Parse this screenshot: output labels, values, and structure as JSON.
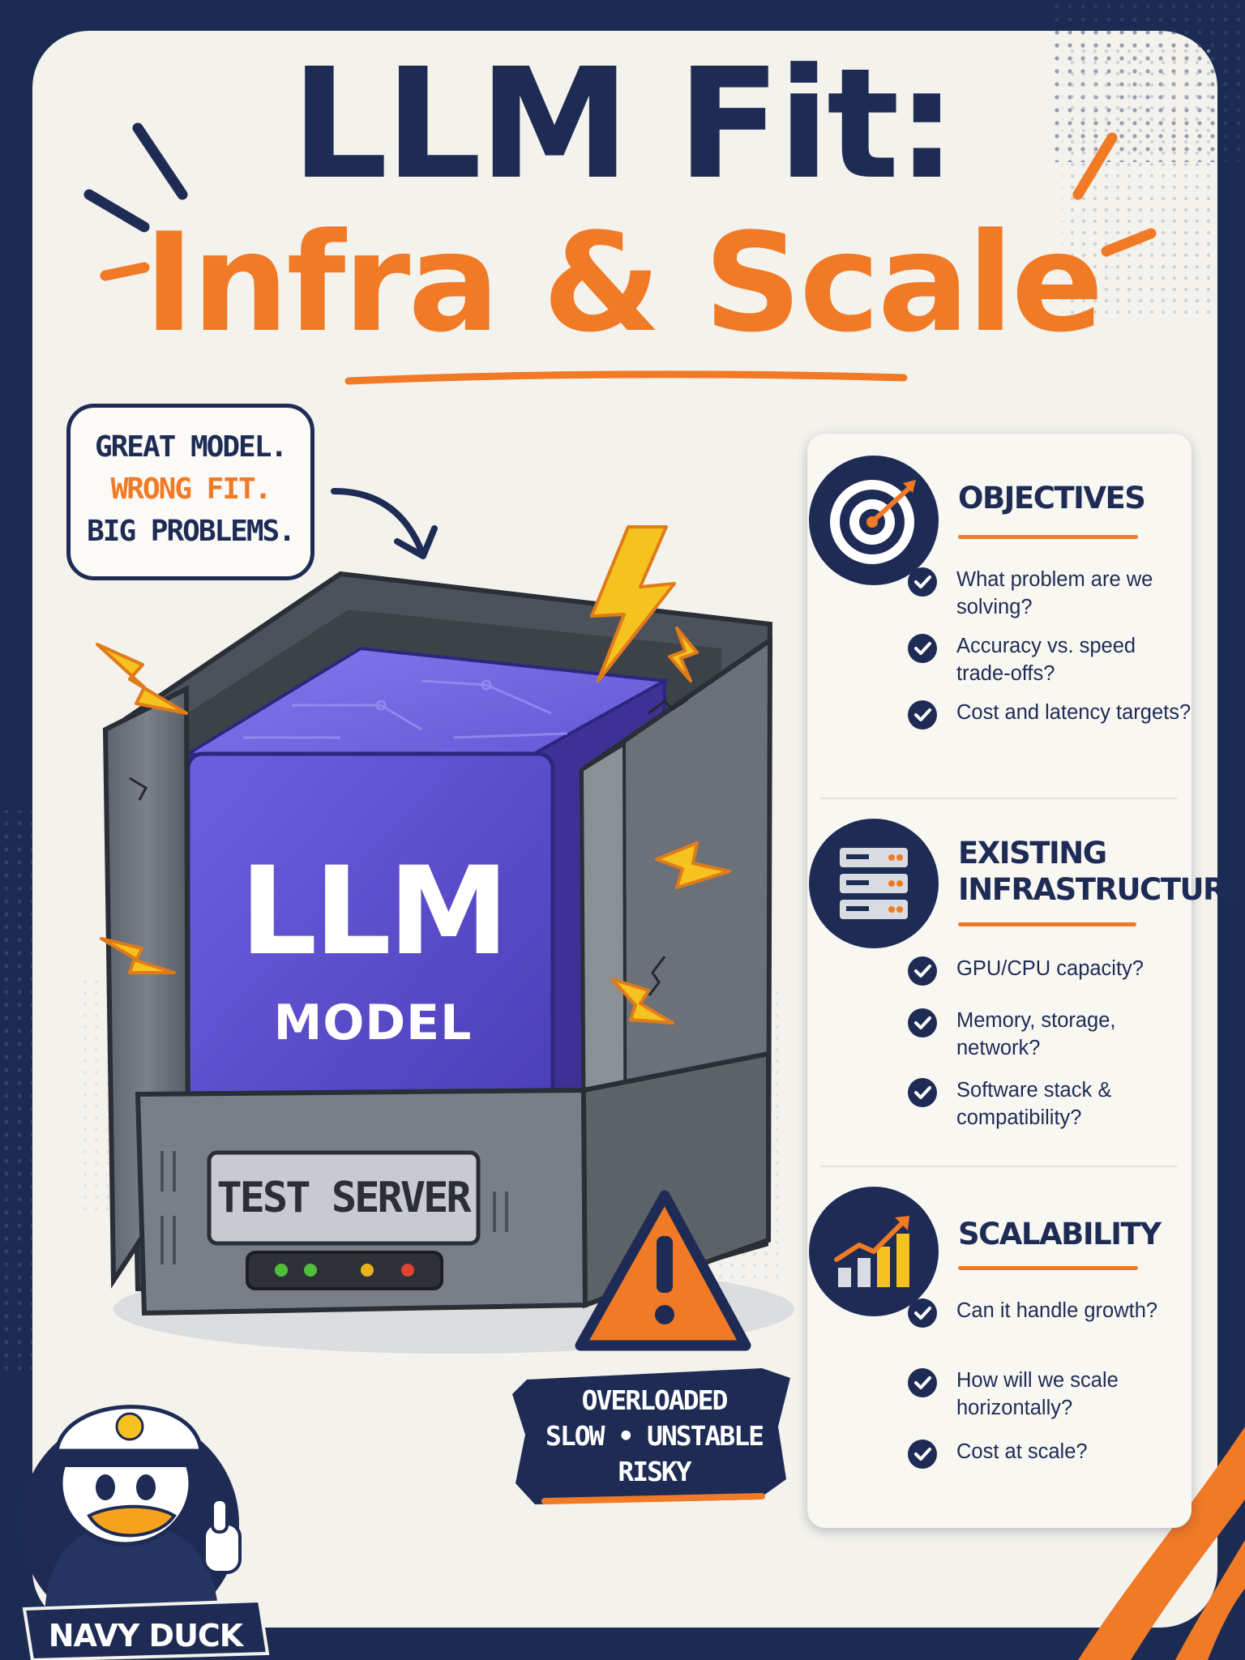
{
  "title": {
    "line1": "LLM Fit:",
    "line2": "Infra & Scale"
  },
  "speech_bubble": {
    "line1": "GREAT MODEL.",
    "line2": "WRONG FIT.",
    "line3": "BIG PROBLEMS."
  },
  "model_cube": {
    "label": "LLM",
    "sublabel": "MODEL"
  },
  "server": {
    "plate": "TEST SERVER",
    "status_lights": [
      "#4fbf3a",
      "#4fbf3a",
      "#e8b21f",
      "#e2432f"
    ]
  },
  "warning": {
    "line1": "OVERLOADED",
    "line2": "SLOW • UNSTABLE",
    "line3": "RISKY"
  },
  "sections": [
    {
      "id": "objectives",
      "icon": "target-icon",
      "title": "OBJECTIVES",
      "items": [
        "What problem are we solving?",
        "Accuracy vs. speed trade-offs?",
        "Cost and latency targets?"
      ]
    },
    {
      "id": "infrastructure",
      "icon": "server-rack-icon",
      "title_line1": "EXISTING",
      "title_line2": "INFRASTRUCTURE",
      "items": [
        "GPU/CPU capacity?",
        "Memory, storage, network?",
        "Software stack & compatibility?"
      ]
    },
    {
      "id": "scalability",
      "icon": "growth-chart-icon",
      "title": "SCALABILITY",
      "items": [
        "Can it handle growth?",
        "How will we scale horizontally?",
        "Cost at scale?"
      ]
    }
  ],
  "mascot": {
    "name": "NAVY DUCK",
    "icon": "navy-duck-mascot-icon"
  },
  "colors": {
    "navy": "#1e2c55",
    "orange": "#f07a26",
    "background": "#f4f2ec",
    "cube_purple": "#5547c6",
    "server_gray": "#6e737b"
  }
}
